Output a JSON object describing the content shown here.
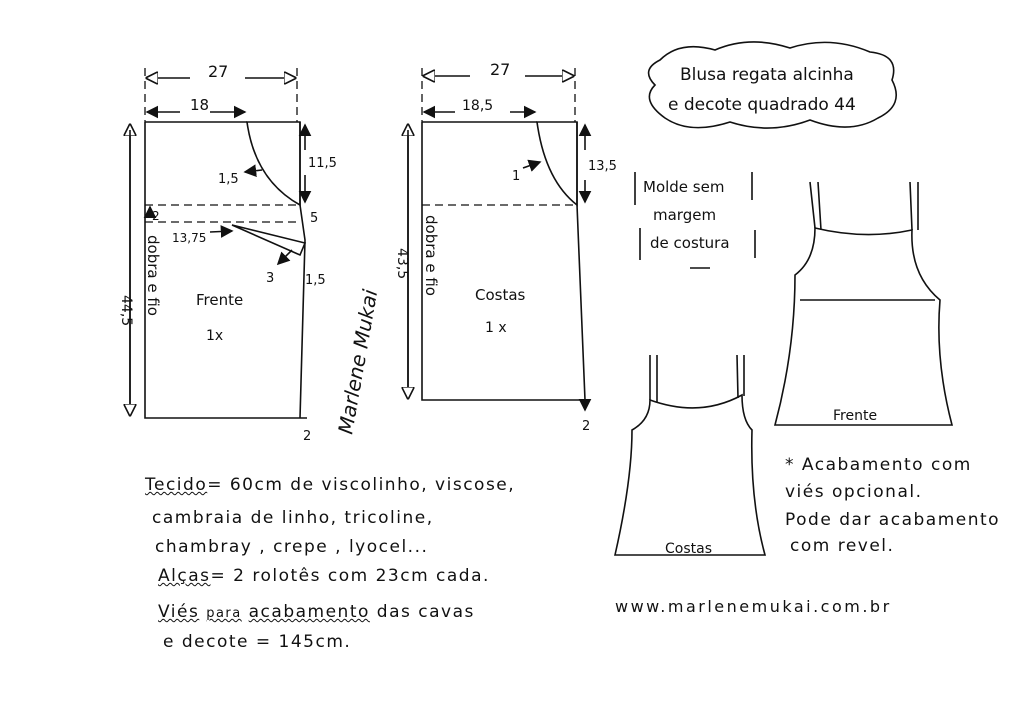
{
  "title": {
    "line1": "Blusa regata alcinha",
    "line2": "e decote quadrado 44"
  },
  "note_box": {
    "line1": "Molde sem",
    "line2": "margem",
    "line3": "de costura"
  },
  "front_pattern": {
    "name": "Frente",
    "count": "1x",
    "fold_label": "dobra e fio",
    "width": "27",
    "neck_width": "18",
    "height": "44,5",
    "armhole_depth": "11,5",
    "armhole_curve": "1,5",
    "dart_offset": "2",
    "dart_length": "13,75",
    "dart_side": "5",
    "dart_width": "3",
    "side_extra": "1,5",
    "hem_flare": "2"
  },
  "back_pattern": {
    "name": "Costas",
    "count": "1 x",
    "fold_label": "dobra e fio",
    "width": "27",
    "neck_width": "18,5",
    "height": "43,5",
    "armhole_depth": "13,5",
    "armhole_curve": "1",
    "hem_flare": "2"
  },
  "signature": "Marlene Mukai",
  "sketches": {
    "front_label": "Frente",
    "back_label": "Costas"
  },
  "finish_note": {
    "line1": "* Acabamento com",
    "line2": "viés opcional.",
    "line3": "Pode dar acabamento",
    "line4": "com revel."
  },
  "materials": {
    "fabric_label": "Tecido",
    "fabric_text": "= 60cm de viscolinho, viscose,",
    "line2": "cambraia de linho, tricoline,",
    "line3": "chambray , crepe , lyocel...",
    "straps_label": "Alças",
    "straps_text": "= 2 rolotês com 23cm cada.",
    "bias_label": "Viés",
    "bias_mid": "para",
    "bias_label2": "acabamento",
    "bias_text": "das cavas",
    "bias_line2": "e decote = 145cm."
  },
  "website": "www.marlenemukai.com.br"
}
